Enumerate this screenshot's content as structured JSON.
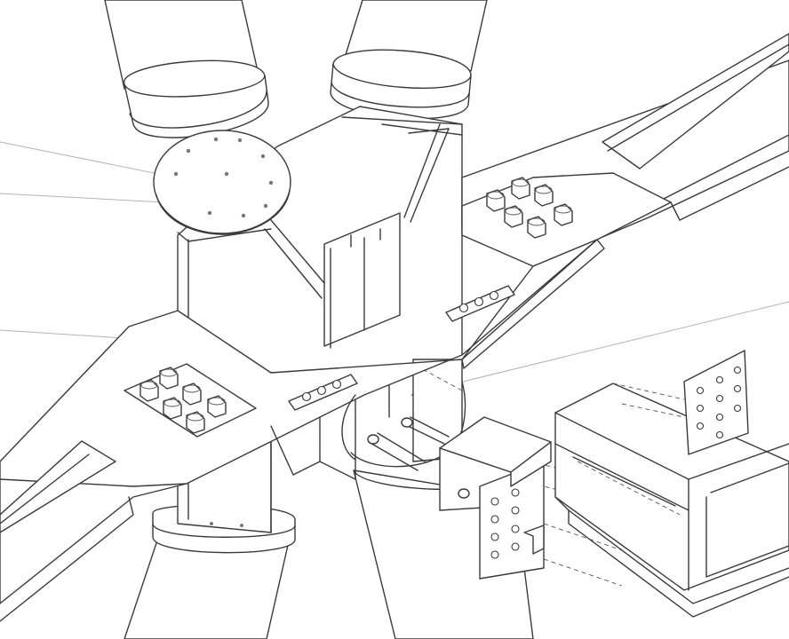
{
  "figure": {
    "kind": "isometric steel connection line drawing",
    "colors": {
      "line": "#3a3a3a",
      "leader": "#b4b4b4",
      "arrow": "#8a8a8a",
      "background": "#ffffff"
    },
    "parts": [
      "upper-left-diagonal-pipe",
      "upper-right-diagonal-pipe",
      "lower-left-diagonal-pipe",
      "lower-right-diagonal-pipe",
      "circular-end-plate",
      "vertical-column-box",
      "main-flange-plate",
      "right-flange-arm",
      "gusset-plate",
      "bolt-group-left",
      "bolt-group-right",
      "splice-plate-left",
      "splice-plate-right",
      "pipe-stub-connection",
      "rectangular-tube-beam",
      "shear-tab-plate",
      "end-plate-with-bolts"
    ]
  }
}
